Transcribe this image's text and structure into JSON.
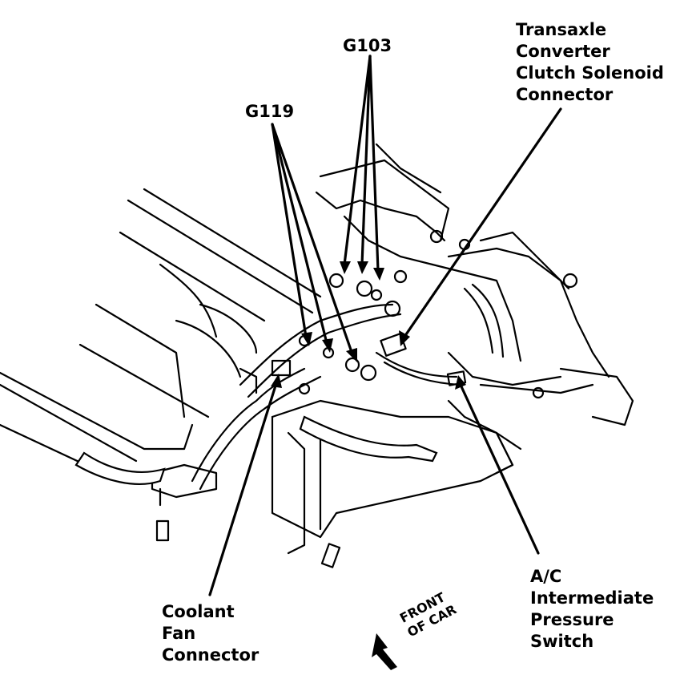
{
  "labels": {
    "g103": "G103",
    "g119": "G119",
    "transaxle": [
      "Transaxle",
      "Converter",
      "Clutch Solenoid",
      "Connector"
    ],
    "coolant": [
      "Coolant",
      "Fan",
      "Connector"
    ],
    "ac_switch": [
      "A/C",
      "Intermediate",
      "Pressure",
      "Switch"
    ],
    "front_of_car": [
      "FRONT",
      "OF CAR"
    ]
  },
  "icons": {
    "front_arrow": "front-arrow-icon"
  }
}
